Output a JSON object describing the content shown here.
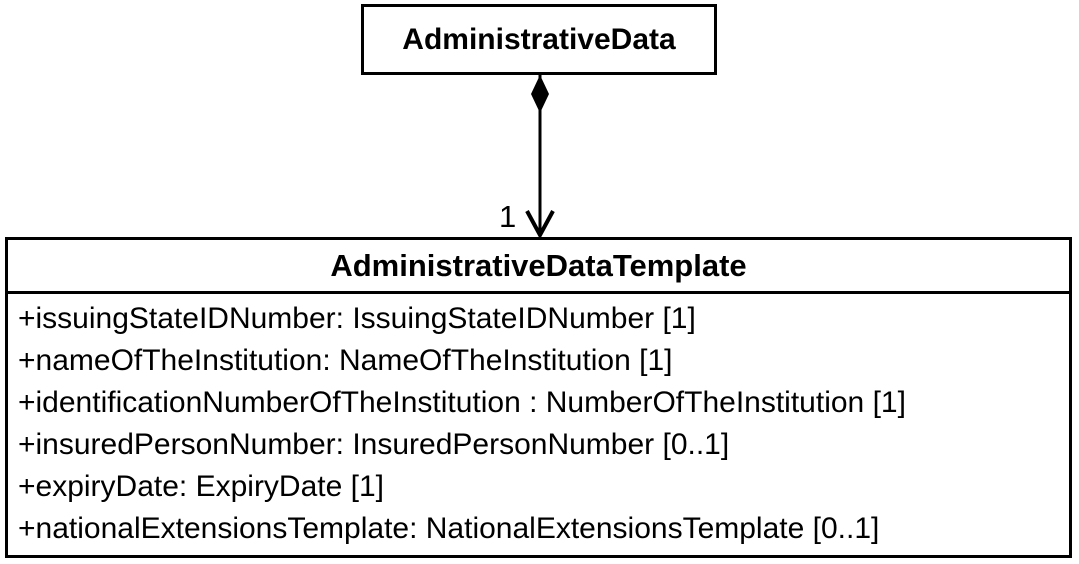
{
  "diagram": {
    "type": "uml-class-diagram",
    "background_color": "#ffffff",
    "line_color": "#000000",
    "parent_class": {
      "name": "AdministrativeData"
    },
    "relationship": {
      "type": "composition",
      "diamond": "filled",
      "arrow": "open-arrowhead-down",
      "multiplicity": "1"
    },
    "child_class": {
      "name": "AdministrativeDataTemplate",
      "attributes": [
        "+issuingStateIDNumber: IssuingStateIDNumber [1]",
        "+nameOfTheInstitution: NameOfTheInstitution [1]",
        "+identificationNumberOfTheInstitution : NumberOfTheInstitution [1]",
        "+insuredPersonNumber: InsuredPersonNumber [0..1]",
        "+expiryDate: ExpiryDate [1]",
        "+nationalExtensionsTemplate: NationalExtensionsTemplate [0..1]"
      ]
    }
  }
}
